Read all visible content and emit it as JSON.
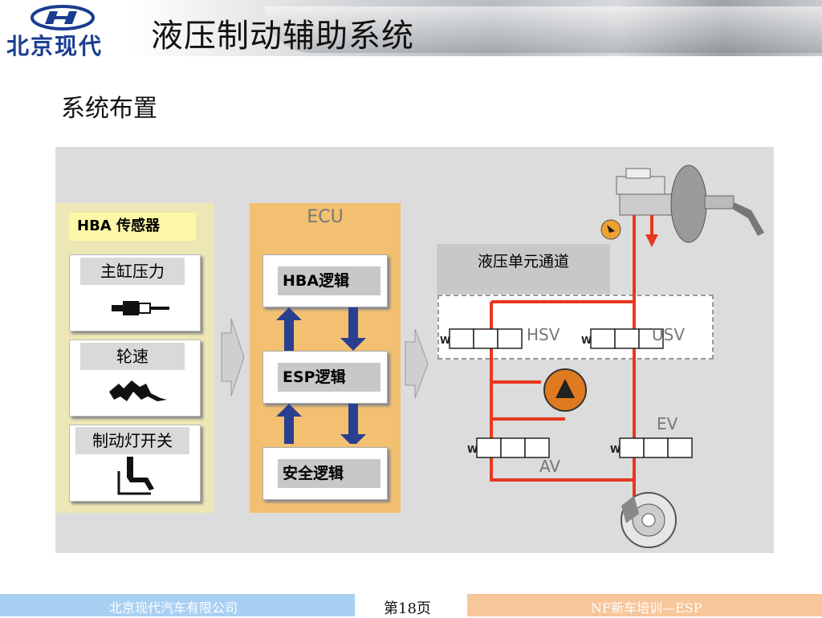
{
  "header": {
    "logo_text": "北京现代",
    "title": "液压制动辅助系统"
  },
  "section_title": "系统布置",
  "sensors": {
    "heading": "HBA 传感器",
    "items": [
      {
        "label": "主缸压力"
      },
      {
        "label": "轮速"
      },
      {
        "label": "制动灯开关"
      }
    ]
  },
  "ecu": {
    "heading": "ECU",
    "blocks": [
      {
        "label": "HBA逻辑"
      },
      {
        "label": "ESP逻辑"
      },
      {
        "label": "安全逻辑"
      }
    ]
  },
  "hydraulic": {
    "heading": "液压单元通道",
    "valves": {
      "hsv": "HSV",
      "usv": "USV",
      "ev": "EV",
      "av": "AV"
    }
  },
  "colors": {
    "hydraulic_line": "#e8381f",
    "arrow_blue": "#2a3f8f",
    "pump": "#e07a20",
    "sensor_bg": "#ede7b5",
    "ecu_bg": "#f2c070",
    "footer_left": "#a8d0f2",
    "footer_right": "#f7c69a"
  },
  "footer": {
    "company": "北京现代汽车有限公司",
    "page": "第18页",
    "course": "NF新车培训—ESP"
  }
}
